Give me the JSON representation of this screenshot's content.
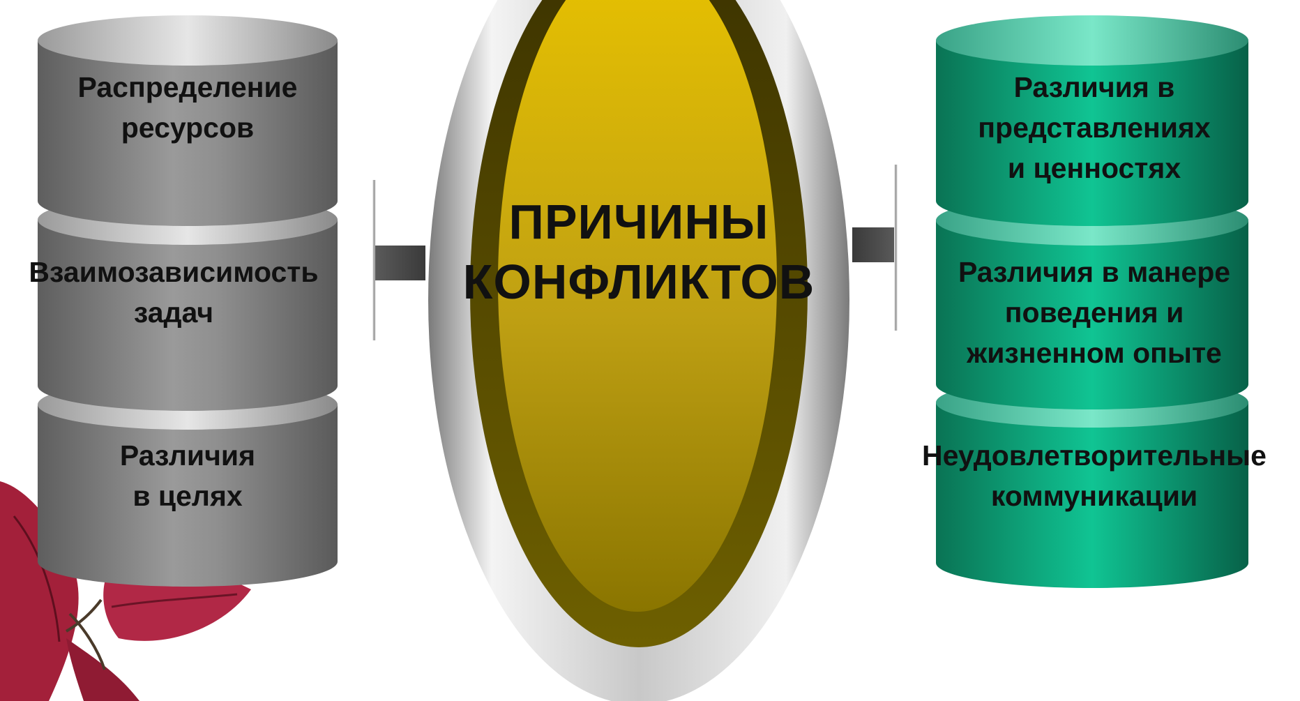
{
  "center": {
    "title_line1": "ПРИЧИНЫ",
    "title_line2": "КОНФЛИКТОВ"
  },
  "left_stack": {
    "items": [
      {
        "line1": "Распределение",
        "line2": "ресурсов"
      },
      {
        "line1": "Взаимозависимость",
        "line2": "задач"
      },
      {
        "line1": "Различия",
        "line2": "в целях"
      }
    ]
  },
  "right_stack": {
    "items": [
      {
        "line1": "Различия в",
        "line2": "представлениях",
        "line3": "и ценностях"
      },
      {
        "line1": "Различия в манере",
        "line2": "поведения и",
        "line3": "жизненном опыте"
      },
      {
        "line1": "Неудовлетворительные",
        "line2": "коммуникации"
      }
    ]
  },
  "colors": {
    "left_cylinder": "#8c8c8c",
    "right_cylinder": "#0f9b73",
    "center_oval": "#c9a600",
    "ring": "#bfbfbf",
    "connector": "#4a4a4a",
    "leaves": "#a3203a"
  },
  "icons": [
    "leaves-decoration-icon"
  ]
}
